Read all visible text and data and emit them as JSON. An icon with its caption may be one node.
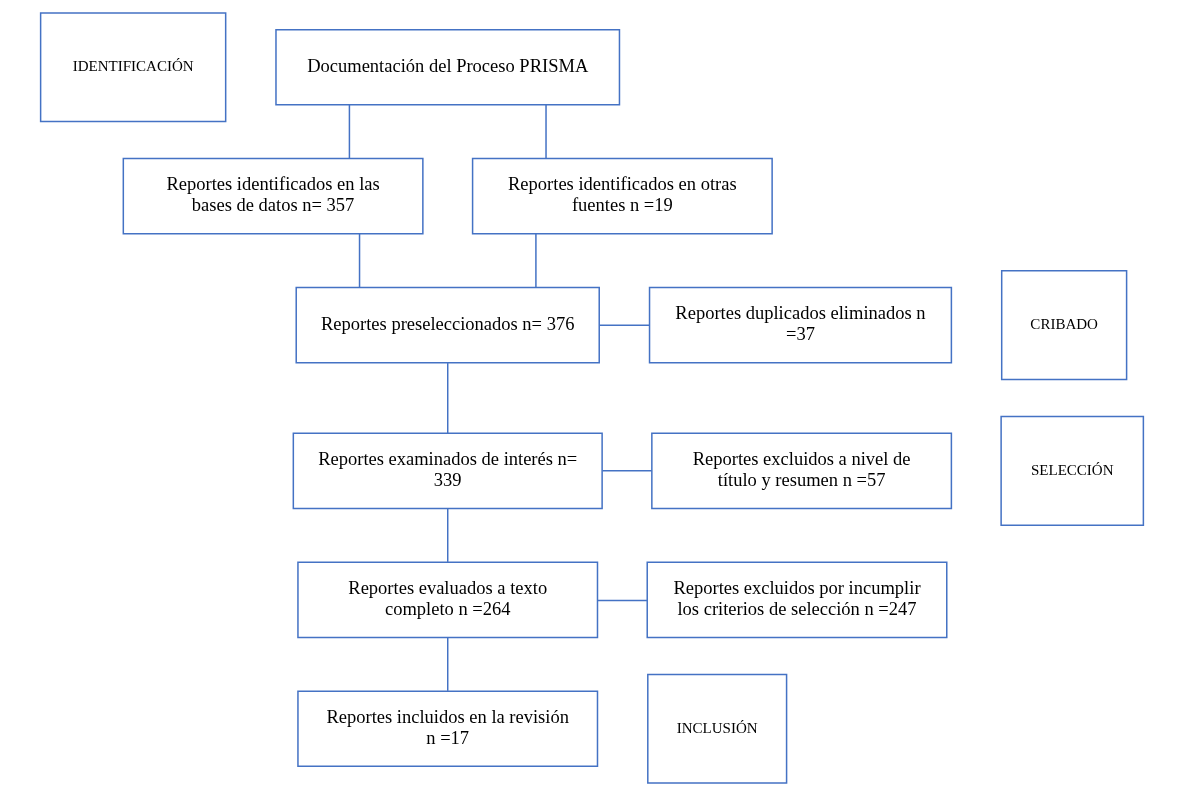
{
  "diagram": {
    "nodes": [
      {
        "text": [
          "IDENTIFICACIÓN"
        ]
      },
      {
        "text": [
          "Documentación del Proceso PRISMA"
        ]
      },
      {
        "text": [
          "Reportes identificados en las bases de datos n= 357"
        ]
      },
      {
        "text": [
          "Reportes identificados en otras fuentes n =19"
        ]
      },
      {
        "text": [
          "CRIBADO"
        ]
      },
      {
        "text": [
          "Reportes preseleccionados n= 376"
        ]
      },
      {
        "text": [
          "Reportes duplicados eliminados n =37"
        ]
      },
      {
        "text": [
          "SELECCIÓN"
        ]
      },
      {
        "text": [
          "Reportes examinados de interés n= 339"
        ]
      },
      {
        "text": [
          "Reportes excluidos a nivel de título y resumen n =57"
        ]
      },
      {
        "text": [
          "Reportes evaluados a texto completo n =264"
        ]
      },
      {
        "text": [
          "Reportes excluidos por incumplir los criterios de selección n =247"
        ]
      },
      {
        "text": [
          "INCLUSIÓN"
        ]
      },
      {
        "text": [
          "Reportes incluidos en la revisión n =17"
        ]
      }
    ],
    "edges": [
      {
        "from": 1,
        "to": 2,
        "arrow": "none"
      },
      {
        "from": 1,
        "to": 3,
        "arrow": "none"
      },
      {
        "from": 2,
        "to": 5,
        "arrow": "none"
      },
      {
        "from": 3,
        "to": 5,
        "arrow": "none"
      },
      {
        "from": 5,
        "to": 6,
        "arrow": "none"
      },
      {
        "from": 5,
        "to": 8,
        "arrow": "none"
      },
      {
        "from": 8,
        "to": 9,
        "arrow": "none"
      },
      {
        "from": 8,
        "to": 10,
        "arrow": "none"
      },
      {
        "from": 10,
        "to": 11,
        "arrow": "none"
      },
      {
        "from": 10,
        "to": 13,
        "arrow": "none"
      }
    ]
  }
}
